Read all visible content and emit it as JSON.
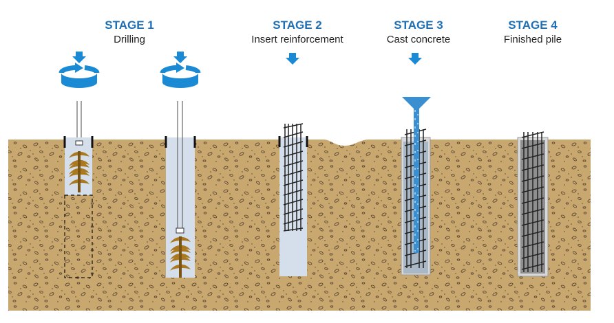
{
  "stages": [
    {
      "title": "STAGE 1",
      "subtitle": "Drilling"
    },
    {
      "title": "STAGE 2",
      "subtitle": "Insert reinforcement"
    },
    {
      "title": "STAGE 3",
      "subtitle": "Cast concrete"
    },
    {
      "title": "STAGE 4",
      "subtitle": "Finished pile"
    }
  ],
  "colors": {
    "title": "#1f6fb5",
    "arrow": "#1a8ad4",
    "soil": "#c9a870",
    "soil_speck": "#5a4630",
    "borehole": "#d5deeb",
    "auger": "#a9781f",
    "concrete": "#d8d8d8",
    "rebar": "#222222",
    "tremie": "#3a8fd1"
  },
  "icons": [
    "rotation-icon",
    "down-arrow-icon",
    "funnel-icon"
  ]
}
